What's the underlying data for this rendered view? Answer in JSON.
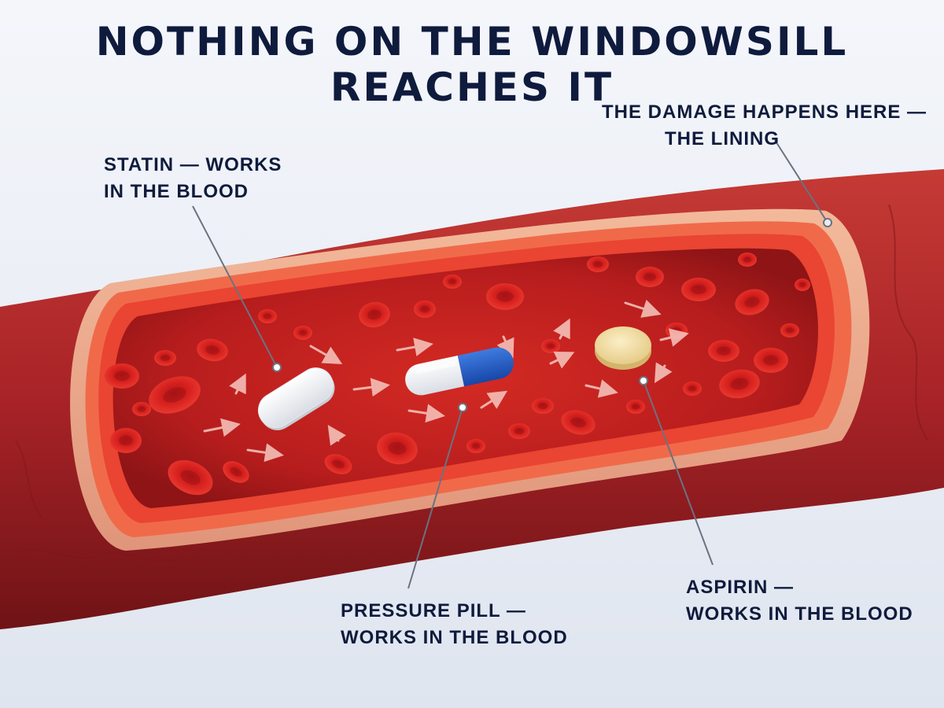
{
  "title": "NOTHING ON THE WINDOWSILL REACHES IT",
  "callouts": {
    "lining": {
      "line1": "THE DAMAGE HAPPENS HERE —",
      "line2": "THE LINING"
    },
    "statin": {
      "line1": "STATIN — WORKS",
      "line2": "IN THE BLOOD"
    },
    "pressure_pill": {
      "line1": "PRESSURE PILL —",
      "line2": "WORKS IN THE BLOOD"
    },
    "aspirin": {
      "line1": "ASPIRIN —",
      "line2": "WORKS IN THE BLOOD"
    }
  },
  "colors": {
    "title": "#0f1b3d",
    "vessel_outer": "#a9272c",
    "lining_inner": "#f2593f",
    "blood": "#c9201f",
    "capsule_blue": "#1f5bc8",
    "aspirin_tablet": "#f3dfa5",
    "leader_line": "#6b7280"
  },
  "icons": [
    "blood-vessel-illustration",
    "red-blood-cell-icon",
    "flow-arrow-icon",
    "statin-tablet-icon",
    "capsule-icon",
    "aspirin-tablet-icon"
  ]
}
